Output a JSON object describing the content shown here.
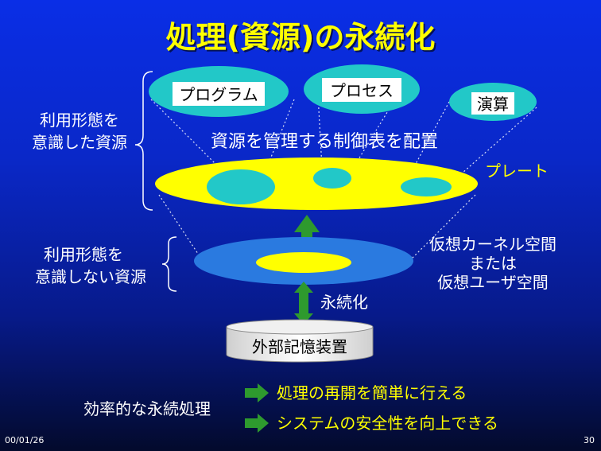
{
  "slide": {
    "title": "処理(資源)の永続化",
    "date": "00/01/26",
    "page_number": "30"
  },
  "top_resources": {
    "items": [
      "プログラム",
      "プロセス",
      "演算"
    ],
    "caption": "資源を管理する制御表を配置",
    "plate_label": "プレート",
    "bracket_label": [
      "利用形態を",
      "意識した資源"
    ]
  },
  "bottom_resources": {
    "bracket_label": [
      "利用形態を",
      "意識しない資源"
    ],
    "space_label": [
      "仮想カーネル空間",
      "または",
      "仮想ユーザ空間"
    ],
    "persist_label": "永続化",
    "storage_label": "外部記憶装置"
  },
  "summary": {
    "left_label": "効率的な永続処理",
    "points": [
      "処理の再開を簡単に行える",
      "システムの安全性を向上できる"
    ]
  },
  "colors": {
    "background_top": "#0a2ee6",
    "background_bottom": "#030a2c",
    "title": "#ffff00",
    "text": "#ffffff",
    "highlight_text": "#ffff00",
    "plate_fill": "#ffff00",
    "resource_fill": "#22c8c8",
    "arrow_green": "#2e9a2e"
  }
}
